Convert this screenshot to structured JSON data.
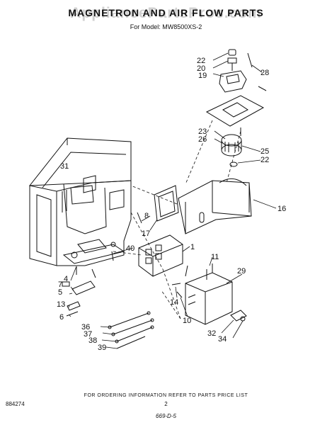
{
  "header": {
    "title": "MAGNETRON AND AIR FLOW PARTS",
    "subtitle": "For Model: MW8500XS-2",
    "watermark": "AppliancePartsPros.com"
  },
  "callouts": [
    "22",
    "20",
    "19",
    "28",
    "23",
    "26",
    "25",
    "22",
    "31",
    "16",
    "8",
    "17",
    "1",
    "40",
    "11",
    "4",
    "29",
    "7",
    "5",
    "14",
    "13",
    "10",
    "6",
    "36",
    "37",
    "32",
    "34",
    "38",
    "39"
  ],
  "footer": {
    "ordering_info": "FOR ORDERING INFORMATION REFER TO PARTS PRICE LIST",
    "code": "884274",
    "page": "2",
    "stamp": "669-D-5"
  }
}
